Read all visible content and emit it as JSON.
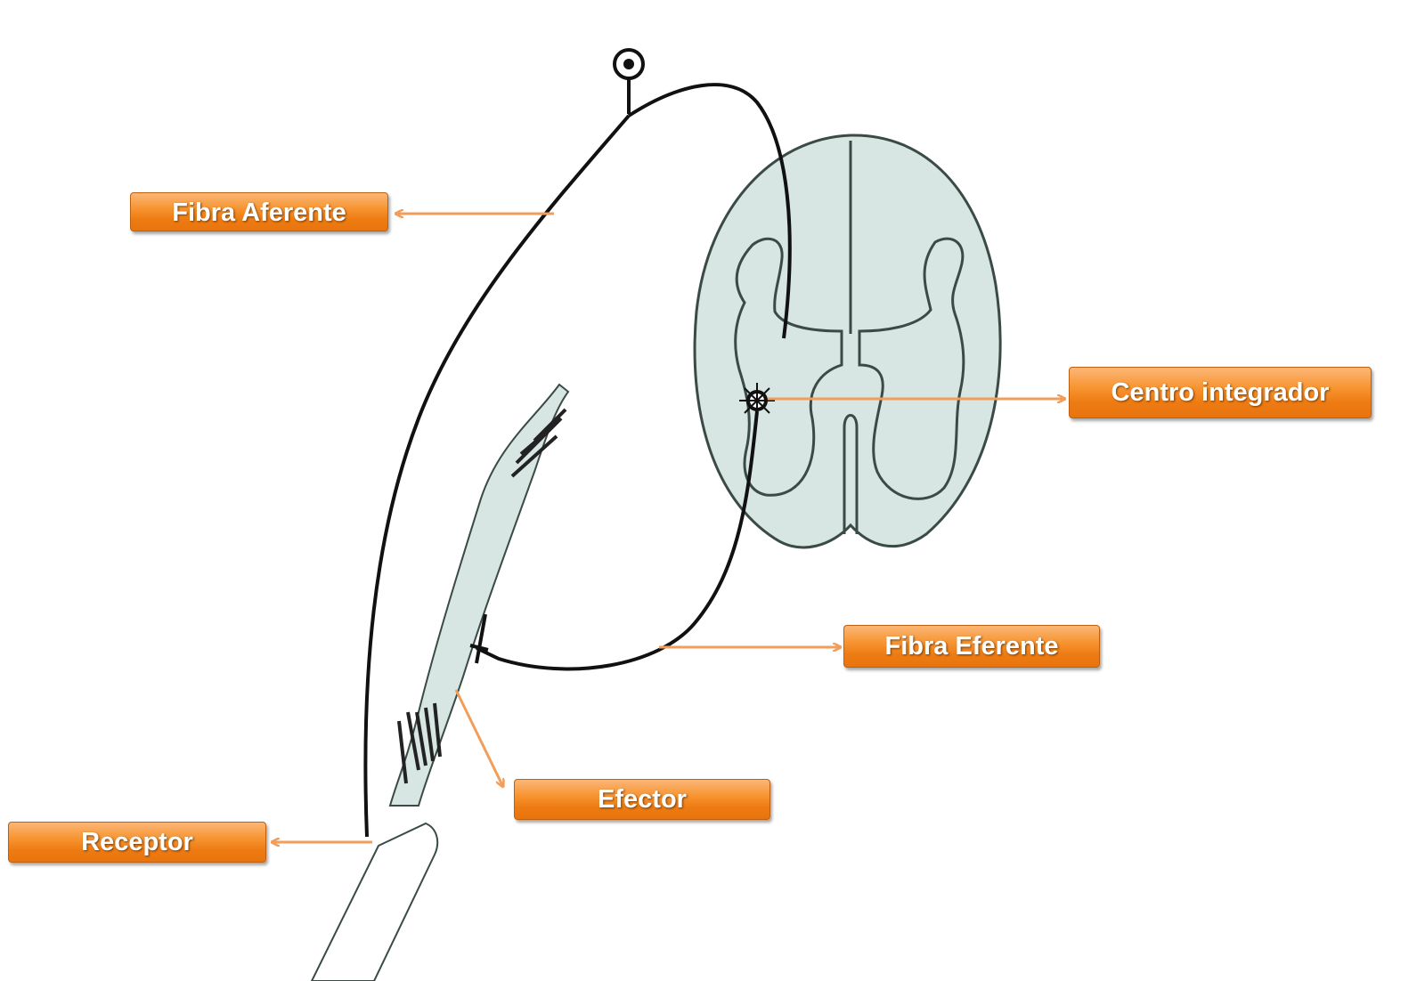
{
  "labels": {
    "fibra_aferente": "Fibra Aferente",
    "centro_integrador": "Centro integrador",
    "fibra_eferente": "Fibra Eferente",
    "efector": "Efector",
    "receptor": "Receptor"
  },
  "colors": {
    "label_fill": "#f7932f",
    "label_border": "#c05f0e",
    "arrow": "#f29d5a",
    "nerve_line": "#111111",
    "tissue_fill": "#d7e6e2",
    "tissue_outline": "#3a4a45"
  }
}
